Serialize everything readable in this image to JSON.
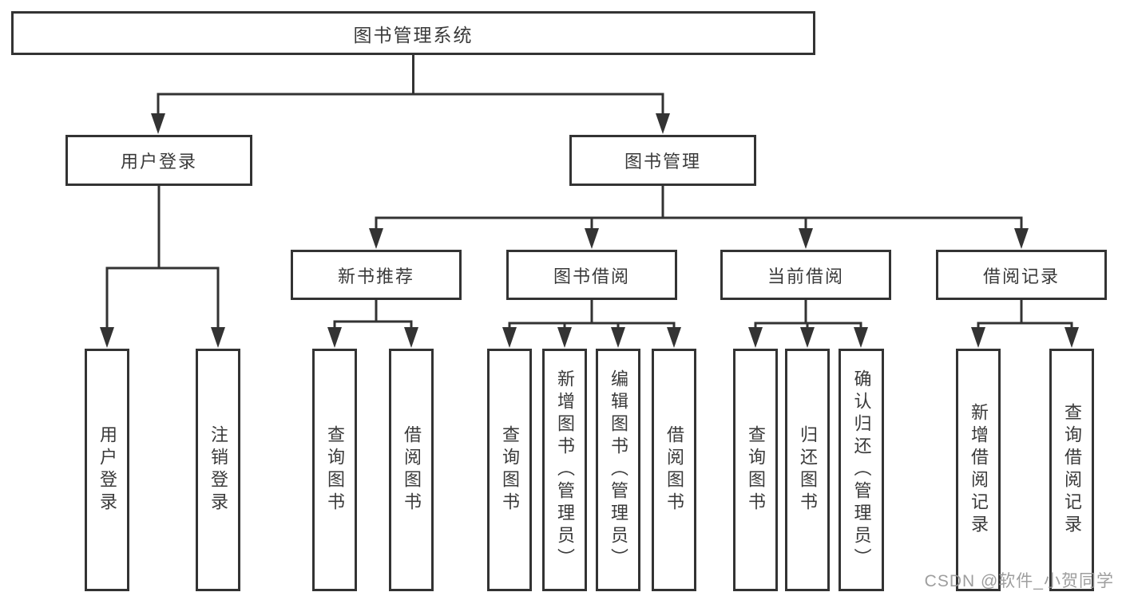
{
  "diagram": {
    "root": {
      "label": "图书管理系统"
    },
    "level2": [
      {
        "label": "用户登录"
      },
      {
        "label": "图书管理"
      }
    ],
    "level3": [
      {
        "label": "新书推荐"
      },
      {
        "label": "图书借阅"
      },
      {
        "label": "当前借阅"
      },
      {
        "label": "借阅记录"
      }
    ],
    "leaves": {
      "userLogin": [
        "用户登录",
        "注销登录"
      ],
      "newBookRecommend": [
        "查询图书",
        "借阅图书"
      ],
      "bookBorrow": [
        "查询图书",
        "新增图书（管理员）",
        "编辑图书（管理员）",
        "借阅图书"
      ],
      "currentBorrow": [
        "查询图书",
        "归还图书",
        "确认归还（管理员）"
      ],
      "borrowRecords": [
        "新增借阅记录",
        "查询借阅记录"
      ]
    }
  },
  "watermark": "CSDN @软件_小贺同学",
  "colors": {
    "line": "#333333",
    "text": "#3a3a3a",
    "watermark": "#949494",
    "background": "#ffffff"
  }
}
